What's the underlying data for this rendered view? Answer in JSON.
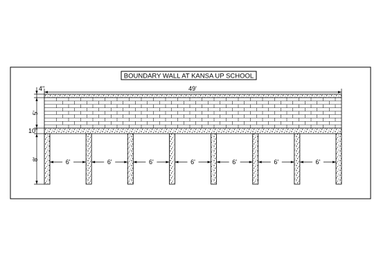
{
  "title": "BOUNDARY WALL AT KANSA UP SCHOOL",
  "dimensions": {
    "overall_length": "49'",
    "coping": "4\"",
    "wall_height": "5'",
    "plinth_beam": "10\"",
    "column_height": "8'",
    "bay_spacing": "6'"
  },
  "structure": {
    "column_count": 8,
    "bay_count": 7,
    "brick_courses": 9
  },
  "colors": {
    "line": "#000000",
    "background": "#ffffff"
  }
}
